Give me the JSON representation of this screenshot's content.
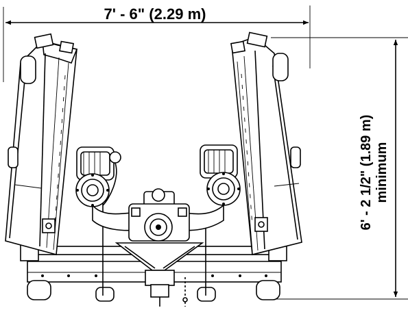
{
  "diagram": {
    "width_dimension": "7' - 6\" (2.29 m)",
    "height_dimension_line1": "6' - 2 1/2\" (1.89 m)",
    "height_dimension_line2": "minimum"
  }
}
